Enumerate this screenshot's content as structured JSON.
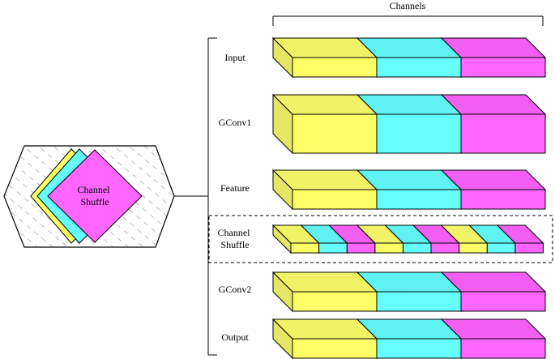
{
  "header": {
    "channels_label": "Channels"
  },
  "layers": [
    {
      "key": "input",
      "label": [
        "Input"
      ]
    },
    {
      "key": "gconv1",
      "label": [
        "GConv1"
      ]
    },
    {
      "key": "feature",
      "label": [
        "Feature"
      ]
    },
    {
      "key": "shuffle",
      "label": [
        "Channel",
        "Shuffle"
      ]
    },
    {
      "key": "gconv2",
      "label": [
        "GConv2"
      ]
    },
    {
      "key": "output",
      "label": [
        "Output"
      ]
    }
  ],
  "module": {
    "label": [
      "Channel",
      "Shuffle"
    ]
  },
  "colors": {
    "yellow": "#ffff66",
    "yellow_side": "#e6e666",
    "yellow_top": "#f2f266",
    "cyan": "#66ffff",
    "cyan_side": "#55dddd",
    "cyan_top": "#5ef2f2",
    "magenta": "#ff66ff",
    "magenta_side": "#dd55dd",
    "magenta_top": "#f25ef2",
    "stroke": "#000000"
  },
  "shuffle_order": [
    "yellow",
    "cyan",
    "magenta",
    "yellow",
    "cyan",
    "magenta",
    "yellow",
    "cyan",
    "magenta"
  ]
}
